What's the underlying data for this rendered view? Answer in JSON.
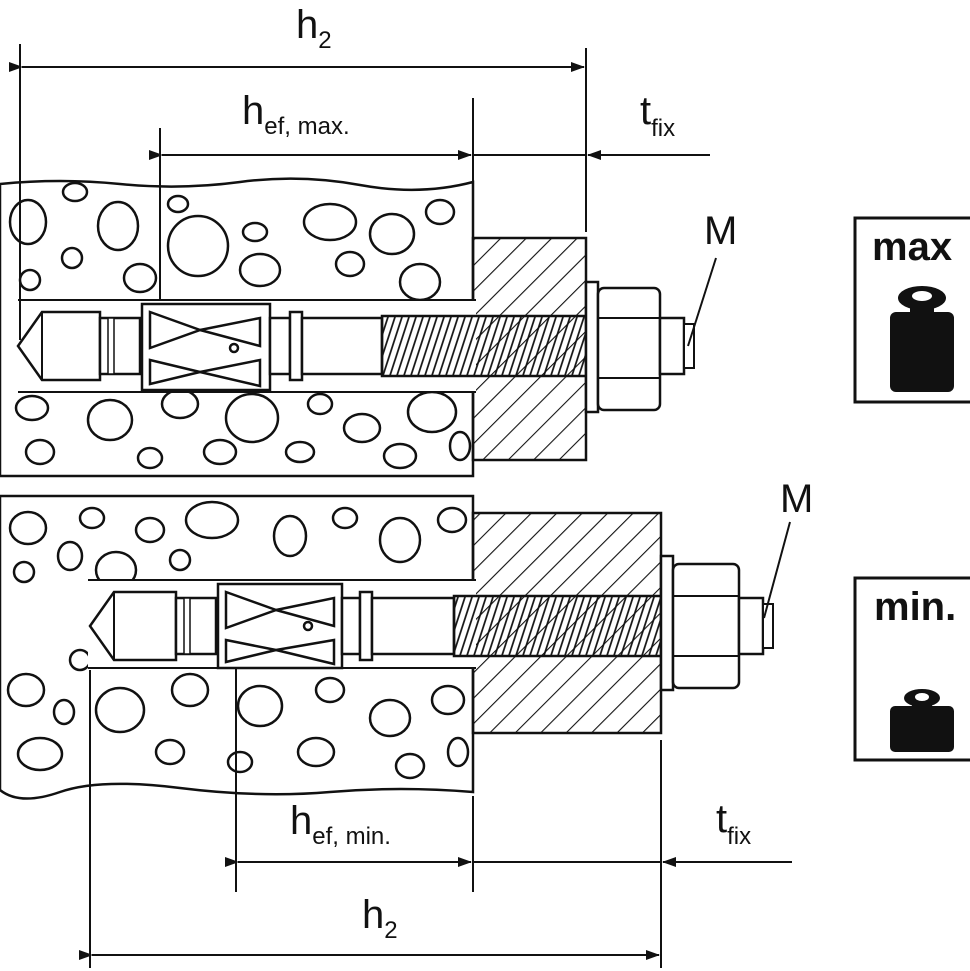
{
  "top": {
    "h2": {
      "main": "h",
      "sub": "2"
    },
    "hef": {
      "main": "h",
      "sub": "ef, max."
    },
    "tfix": {
      "main": "t",
      "sub": "fix"
    },
    "m": "M",
    "badge": "max"
  },
  "bottom": {
    "h2": {
      "main": "h",
      "sub": "2"
    },
    "hef": {
      "main": "h",
      "sub": "ef, min."
    },
    "tfix": {
      "main": "t",
      "sub": "fix"
    },
    "m": "M",
    "badge": "min."
  },
  "icons": {
    "weight_large": "weight-icon",
    "weight_small": "weight-icon"
  }
}
